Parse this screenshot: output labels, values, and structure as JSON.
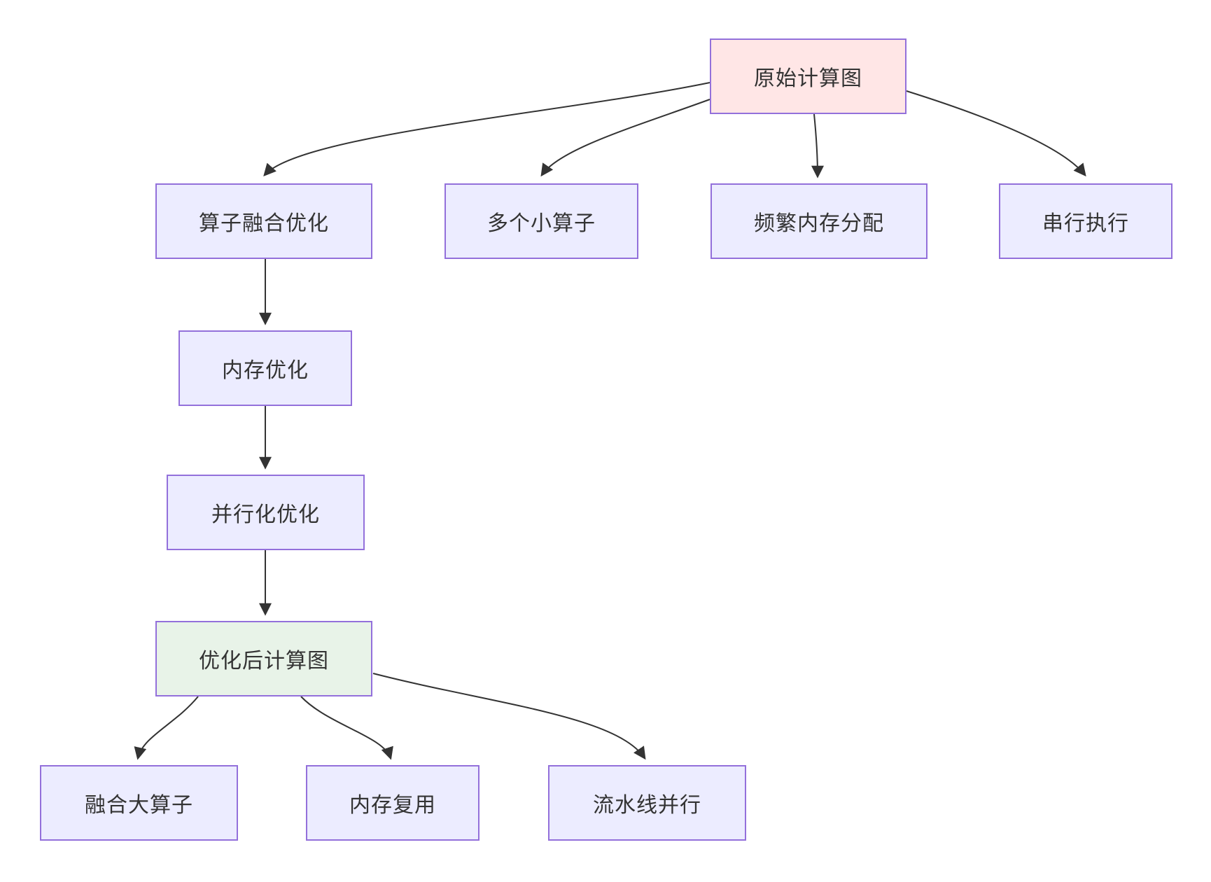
{
  "diagram": {
    "type": "flowchart",
    "background": "#ffffff",
    "colors": {
      "node_fill": "#ECECFF",
      "node_border": "#9370DB",
      "source_node_fill": "#ffe6e6",
      "result_node_fill": "#e8f3e8",
      "edge": "#333333",
      "text": "#333333"
    },
    "nodes": {
      "original": {
        "label": "原始计算图",
        "variant": "source"
      },
      "fusion": {
        "label": "算子融合优化",
        "variant": "default"
      },
      "small_ops": {
        "label": "多个小算子",
        "variant": "default"
      },
      "mem_alloc": {
        "label": "频繁内存分配",
        "variant": "default"
      },
      "serial": {
        "label": "串行执行",
        "variant": "default"
      },
      "mem_opt": {
        "label": "内存优化",
        "variant": "default"
      },
      "parallel_opt": {
        "label": "并行化优化",
        "variant": "default"
      },
      "optimized": {
        "label": "优化后计算图",
        "variant": "result"
      },
      "fused_big_op": {
        "label": "融合大算子",
        "variant": "default"
      },
      "mem_reuse": {
        "label": "内存复用",
        "variant": "default"
      },
      "pipeline": {
        "label": "流水线并行",
        "variant": "default"
      }
    },
    "edges": [
      {
        "from": "原始计算图",
        "to": "算子融合优化"
      },
      {
        "from": "原始计算图",
        "to": "多个小算子"
      },
      {
        "from": "原始计算图",
        "to": "频繁内存分配"
      },
      {
        "from": "原始计算图",
        "to": "串行执行"
      },
      {
        "from": "算子融合优化",
        "to": "内存优化"
      },
      {
        "from": "内存优化",
        "to": "并行化优化"
      },
      {
        "from": "并行化优化",
        "to": "优化后计算图"
      },
      {
        "from": "优化后计算图",
        "to": "融合大算子"
      },
      {
        "from": "优化后计算图",
        "to": "内存复用"
      },
      {
        "from": "优化后计算图",
        "to": "流水线并行"
      }
    ]
  }
}
